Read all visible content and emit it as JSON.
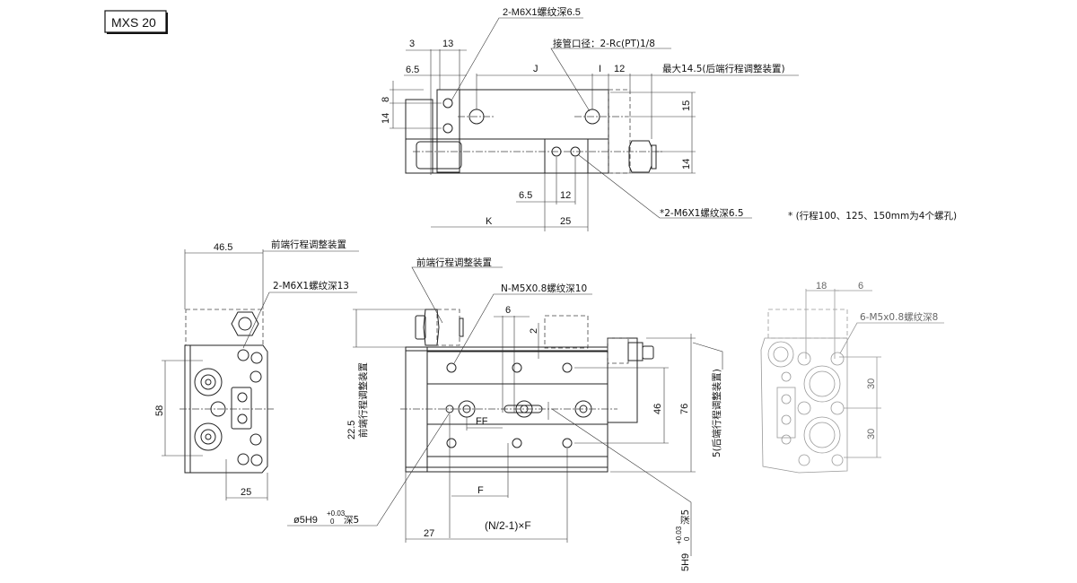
{
  "title": "MXS 20",
  "top_view": {
    "thread_top": "2-M6X1螺纹深6.5",
    "dim_3": "3",
    "dim_13": "13",
    "dim_6_5": "6.5",
    "dim_J": "J",
    "dim_I": "I",
    "dim_12": "12",
    "max_note": "最大14.5(后端行程调整装置)",
    "port": "接管口径：2-Rc(PT)1/8",
    "dim_8": "8",
    "dim_14_left": "14",
    "dim_15": "15",
    "dim_14_right": "14",
    "dim_6_5_bottom": "6.5",
    "dim_12_bottom": "12",
    "thread_bottom": "*2-M6X1螺纹深6.5",
    "dim_K": "K",
    "dim_25": "25",
    "footnote": "* (行程100、125、150mm为4个螺孔)"
  },
  "side_view": {
    "dim_46_5": "46.5",
    "front_adjuster": "前端行程调整装置",
    "thread": "2-M6X1螺纹深13",
    "dim_58": "58",
    "dim_25": "25"
  },
  "front_view": {
    "front_adjuster": "前端行程调整装置",
    "thread": "N-M5X0.8螺纹深10",
    "dim_6": "6",
    "dim_2": "2",
    "dim_FF": "FF",
    "dim_46": "46",
    "dim_76": "76",
    "rear_adjuster": "5(后端行程调整装置)",
    "dim_22_5": "22.5",
    "front_adjuster_vertical": "前端行程调整装置",
    "dim_F": "F",
    "dim_27": "27",
    "pitch_formula": "(N/2-1)×F",
    "pin_hole": "ø5H9",
    "pin_tol_upper": "+0.03",
    "pin_tol_lower": "0",
    "pin_depth": "深5",
    "slot": "5H9",
    "slot_tol_upper": "+0.03",
    "slot_tol_lower": "0",
    "slot_depth": "深5"
  },
  "end_view": {
    "dim_18": "18",
    "dim_6": "6",
    "thread": "6-M5x0.8螺纹深8",
    "dim_30_top": "30",
    "dim_30_bottom": "30"
  }
}
